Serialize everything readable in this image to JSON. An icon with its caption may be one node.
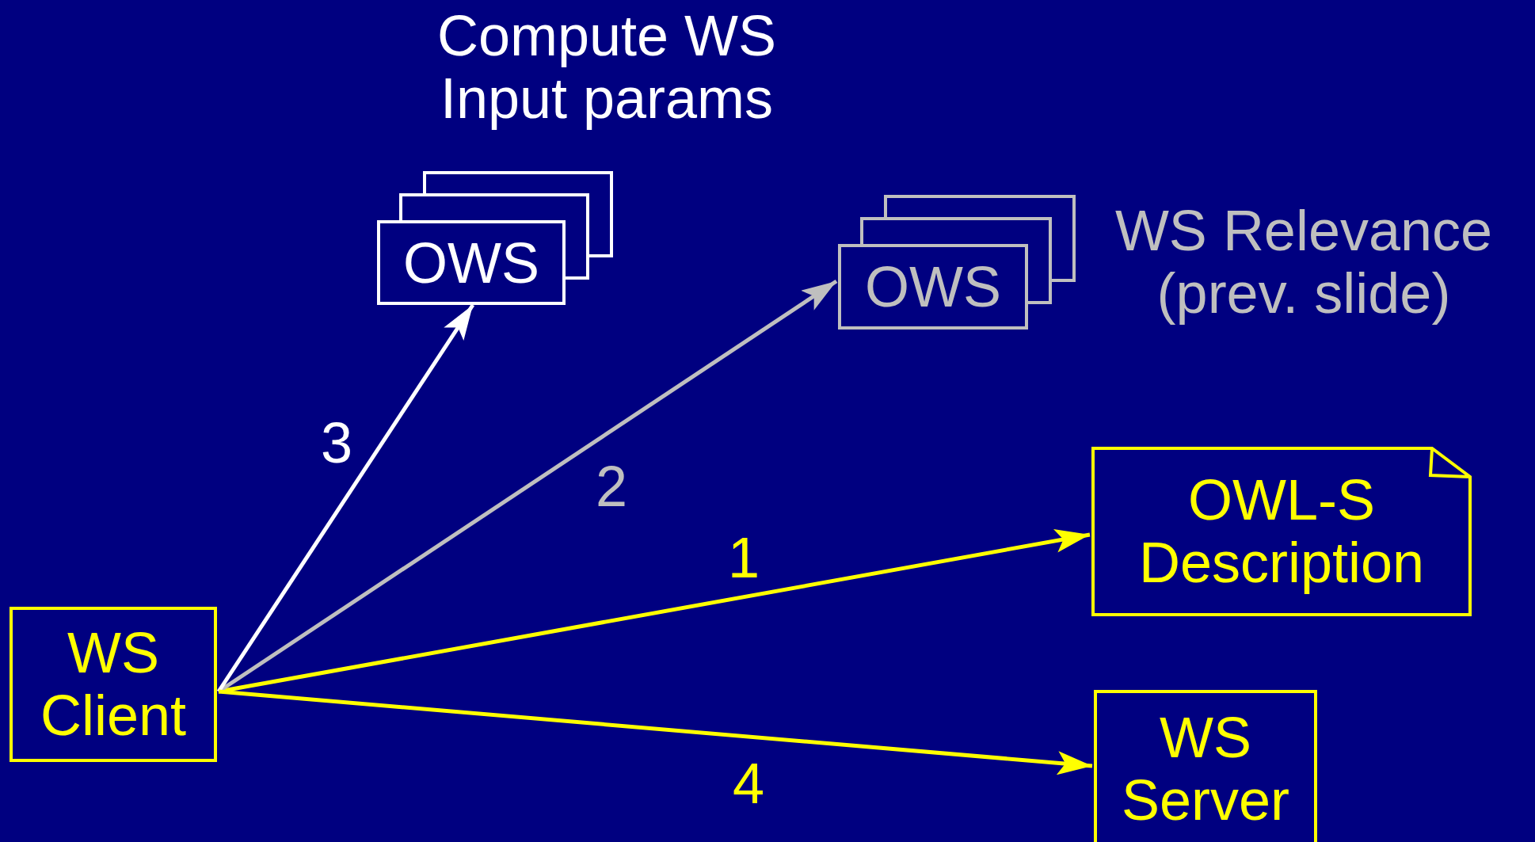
{
  "diagram": {
    "nodes": [
      {
        "text": [
          "Compute WS Input params",
          "OWS"
        ]
      },
      {
        "text": [
          "OWS"
        ],
        "beside": [
          "WS Relevance (prev. slide)"
        ]
      },
      {
        "text": [
          "OWL-S Description"
        ]
      },
      {
        "text": [
          "WS Client"
        ]
      },
      {
        "text": [
          "WS Server"
        ]
      }
    ],
    "edges": [
      {
        "from": 3,
        "to": 2,
        "arrow": "to",
        "label": "1"
      },
      {
        "from": 3,
        "to": 1,
        "arrow": "to",
        "label": "2",
        "color": "#bfbfbf"
      },
      {
        "from": 3,
        "to": 0,
        "arrow": "to",
        "label": "3",
        "color": "#ffffff"
      },
      {
        "from": 3,
        "to": 4,
        "arrow": "to",
        "label": "4"
      }
    ]
  }
}
